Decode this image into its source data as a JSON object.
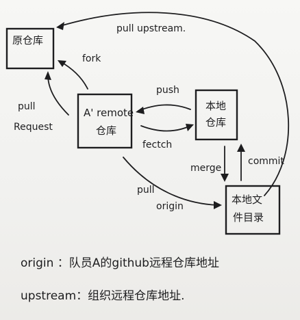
{
  "boxes": {
    "upstream_repo": "原仓库",
    "remote_repo_line1": "A' remote",
    "remote_repo_line2": "仓库",
    "local_repo_line1": "本地",
    "local_repo_line2": "仓库",
    "local_dir_line1": "本地文",
    "local_dir_line2": "件目录"
  },
  "arrows": {
    "pull_upstream": "pull upstream.",
    "fork": "fork",
    "pull_request_line1": "pull",
    "pull_request_line2": "Request",
    "push": "push",
    "fetch": "fectch",
    "pull_origin_line1": "pull",
    "pull_origin_line2": "origin",
    "merge": "merge",
    "commit": "commit"
  },
  "notes": {
    "origin": "origin ：队员A的github远程仓库地址",
    "upstream": "upstream：组织远程仓库地址."
  },
  "colors": {
    "ink": "#1d1d1f",
    "paper": "#f3f3f1"
  }
}
